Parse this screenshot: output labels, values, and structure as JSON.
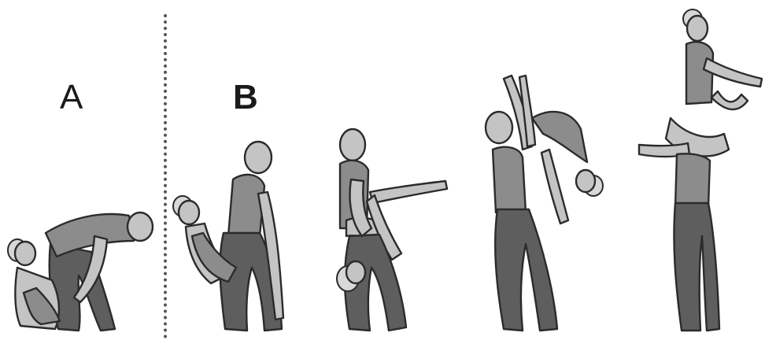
{
  "labels": {
    "phase_a": "A",
    "phase_b": "B"
  },
  "colors": {
    "background": "#ffffff",
    "light_figure": "#c4c4c4",
    "mid_figure": "#8c8c8c",
    "dark_figure": "#5e5e5e",
    "outline": "#2b2b2b",
    "divider": "#555555"
  },
  "stages": [
    {
      "phase": "A",
      "pose": "crouched-start"
    },
    {
      "phase": "B",
      "pose": "lift-begin"
    },
    {
      "phase": "B",
      "pose": "squat-hold"
    },
    {
      "phase": "B",
      "pose": "overhead-swing"
    },
    {
      "phase": "B",
      "pose": "shoulder-stand"
    }
  ]
}
